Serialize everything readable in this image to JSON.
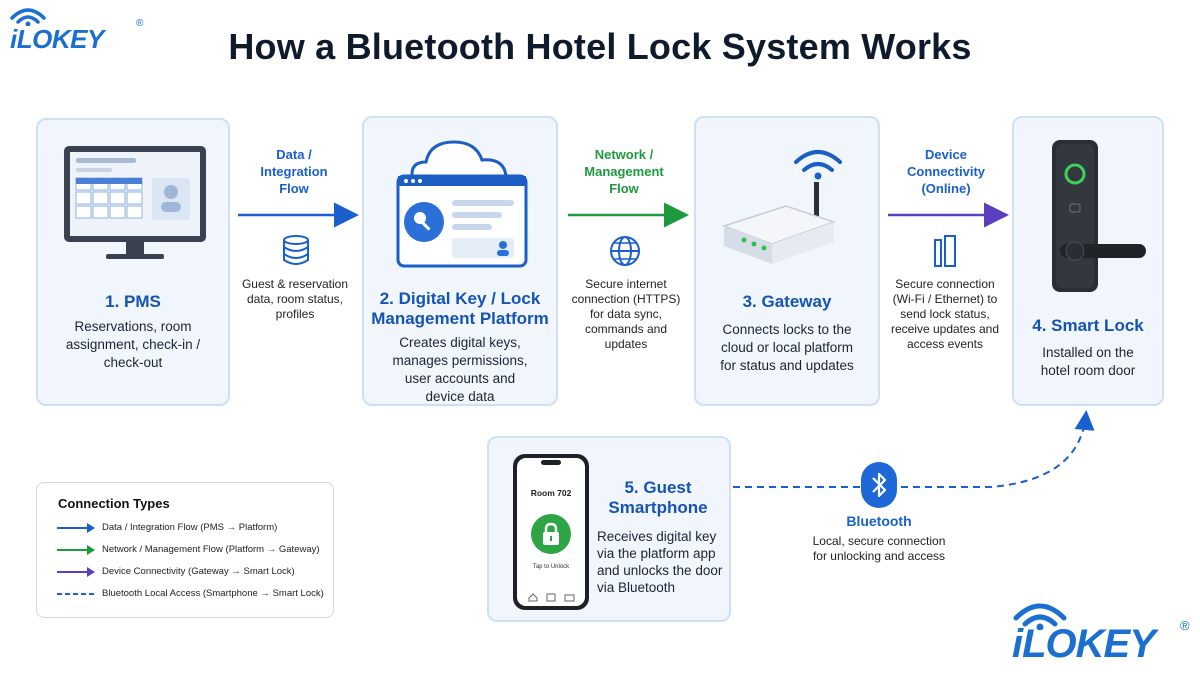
{
  "brand": {
    "name": "iLOKEY",
    "registered": "®"
  },
  "title": "How a Bluetooth Hotel Lock System Works",
  "cards": [
    {
      "title": "1. PMS",
      "description": "Reservations, room assignment, check-in / check-out"
    },
    {
      "title": "2. Digital Key / Lock Management Platform",
      "description": "Creates digital keys, manages permissions, user accounts and device data"
    },
    {
      "title": "3. Gateway",
      "description": "Connects locks to the cloud or local platform for status and updates"
    },
    {
      "title": "4. Smart Lock",
      "description": "Installed on the hotel room door"
    },
    {
      "title": "5. Guest Smartphone",
      "description": "Receives digital key via the platform app and unlocks the door via Bluetooth",
      "phone_room": "Room 702",
      "phone_action": "Tap to Unlock"
    }
  ],
  "flows": [
    {
      "label": "Data / Integration Flow",
      "description": "Guest & reservation data, room status, profiles",
      "color": "#1a5fce"
    },
    {
      "label": "Network / Management Flow",
      "description": "Secure internet connection (HTTPS) for data sync, commands and updates",
      "color": "#1e9a3e"
    },
    {
      "label": "Device Connectivity (Online)",
      "description": "Secure connection (Wi-Fi / Ethernet) to send lock status, receive updates and access events",
      "color": "#5b3fc0"
    },
    {
      "label": "Bluetooth",
      "description": "Local, secure connection for unlocking and access",
      "color": "#1a5fce"
    }
  ],
  "legend": {
    "title": "Connection Types",
    "items": [
      {
        "label": "Data / Integration Flow (PMS → Platform)",
        "color": "#1a5fce",
        "style": "solid"
      },
      {
        "label": "Network / Management Flow (Platform → Gateway)",
        "color": "#1e9a3e",
        "style": "solid"
      },
      {
        "label": "Device Connectivity (Gateway → Smart Lock)",
        "color": "#5b3fc0",
        "style": "solid"
      },
      {
        "label": "Bluetooth Local Access (Smartphone → Smart Lock)",
        "color": "#1a5fce",
        "style": "dashed"
      }
    ]
  },
  "icons": [
    "wifi-icon",
    "database-icon",
    "globe-icon",
    "door-sensor-icon",
    "bluetooth-icon",
    "key-icon",
    "lock-icon",
    "cloud-icon",
    "user-icon"
  ]
}
